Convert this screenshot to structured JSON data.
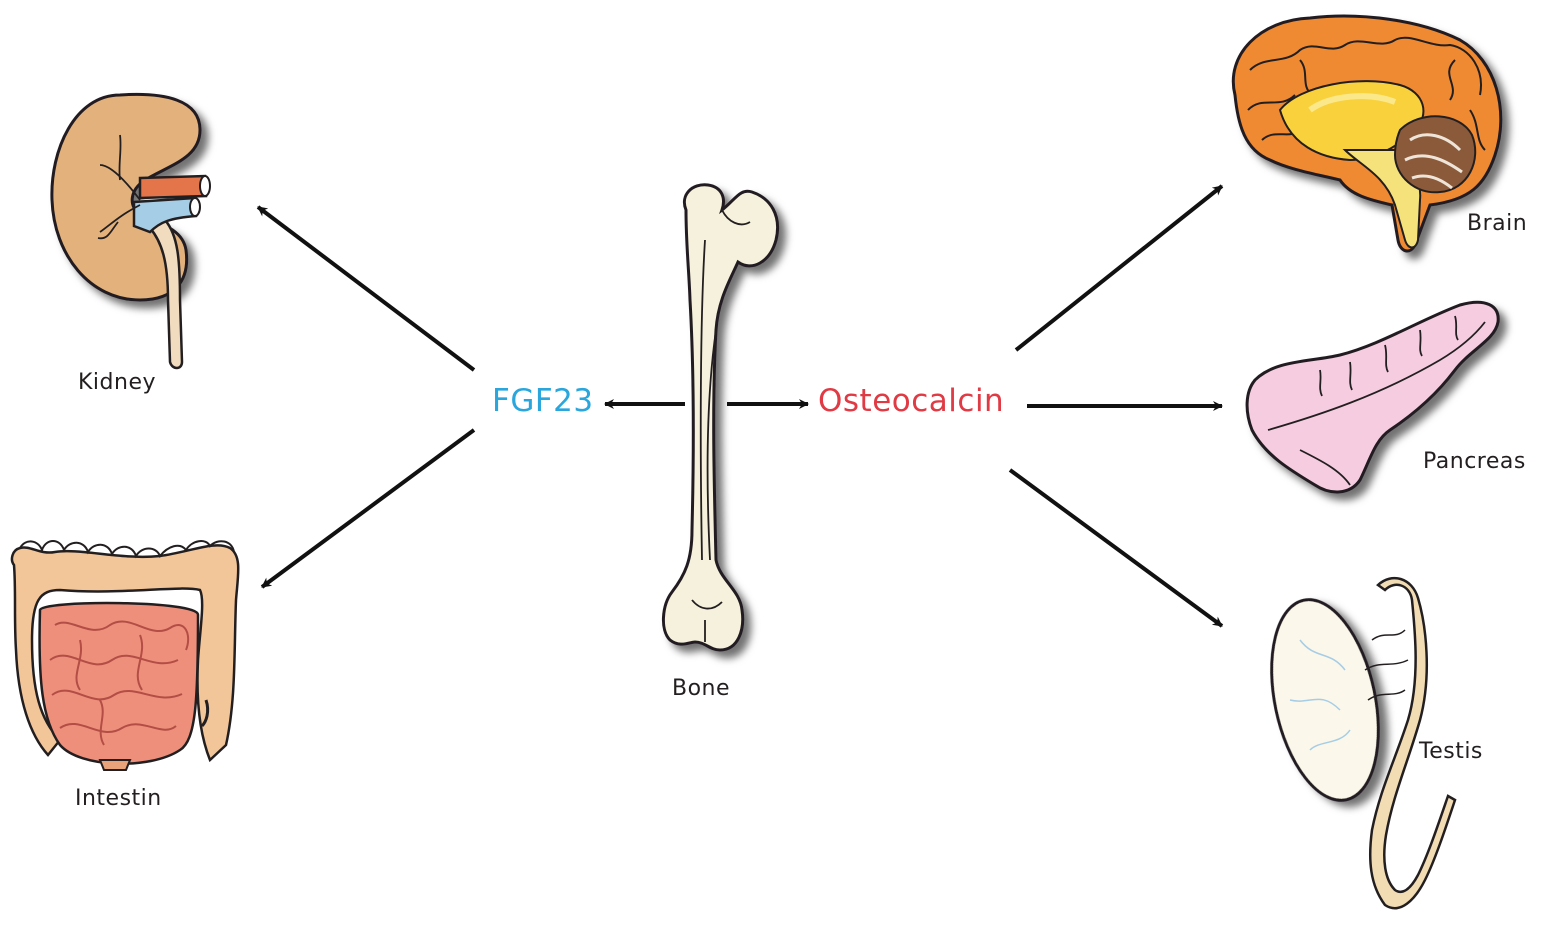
{
  "colors": {
    "fgf23": "#2aa6dc",
    "osteocalcin": "#e03a44",
    "text": "#231f20",
    "arrow": "#111111"
  },
  "hormones": {
    "fgf23": "FGF23",
    "osteocalcin": "Osteocalcin"
  },
  "organs": {
    "kidney": "Kidney",
    "intestin": "Intestin",
    "bone": "Bone",
    "brain": "Brain",
    "pancreas": "Pancreas",
    "testis": "Testis"
  },
  "edges": [
    {
      "from": "bone",
      "to": "FGF23"
    },
    {
      "from": "bone",
      "to": "Osteocalcin"
    },
    {
      "from": "FGF23",
      "to": "Kidney"
    },
    {
      "from": "FGF23",
      "to": "Intestin"
    },
    {
      "from": "Osteocalcin",
      "to": "Brain"
    },
    {
      "from": "Osteocalcin",
      "to": "Pancreas"
    },
    {
      "from": "Osteocalcin",
      "to": "Testis"
    }
  ]
}
